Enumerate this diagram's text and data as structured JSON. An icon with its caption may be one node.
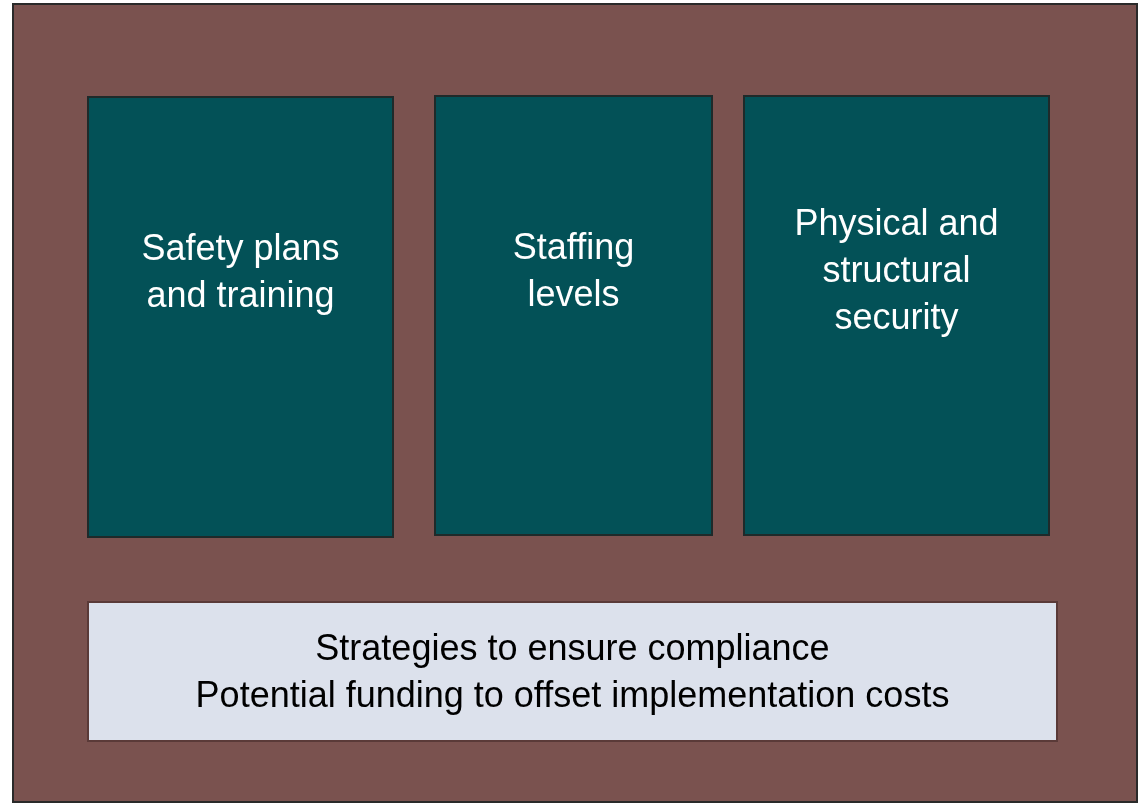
{
  "diagram": {
    "nodes": [
      {
        "text": [],
        "shape": "box"
      },
      {
        "text": [
          "Safety plans and training"
        ],
        "in": 0
      },
      {
        "text": [
          "Staffing levels"
        ],
        "in": 0
      },
      {
        "text": [
          "Physical and structural security"
        ],
        "in": 0
      },
      {
        "text": [
          "Strategies to ensure compliance",
          "Potential funding to offset implementation costs"
        ],
        "in": 0
      }
    ]
  }
}
